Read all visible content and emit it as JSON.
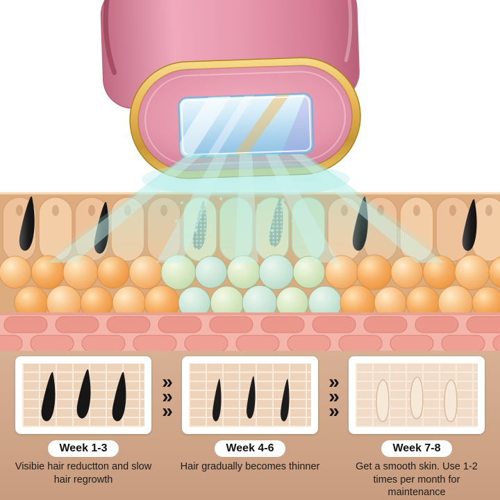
{
  "stages": [
    {
      "label": "Week 1-3",
      "desc": "Visibie hair reductton and slow hair regrowth"
    },
    {
      "label": "Week 4-6",
      "desc": "Hair gradually becomes thinner"
    },
    {
      "label": "Week 7-8",
      "desc": "Get a smooth skin. Use 1-2 times per month for maintenance"
    }
  ],
  "arrow_glyph": "»",
  "colors": {
    "device_pink": "#e79cb1",
    "device_gold": "#e5b74f",
    "beam_teal": "#8eddd2",
    "skin_tan": "#eec29b",
    "cell_orange": "#f6ae62",
    "cell_green": "#cfe3c2",
    "dermis_pink": "#f0a094",
    "background_bottom": "#cfa183",
    "hair_black": "#1d1d1d"
  }
}
